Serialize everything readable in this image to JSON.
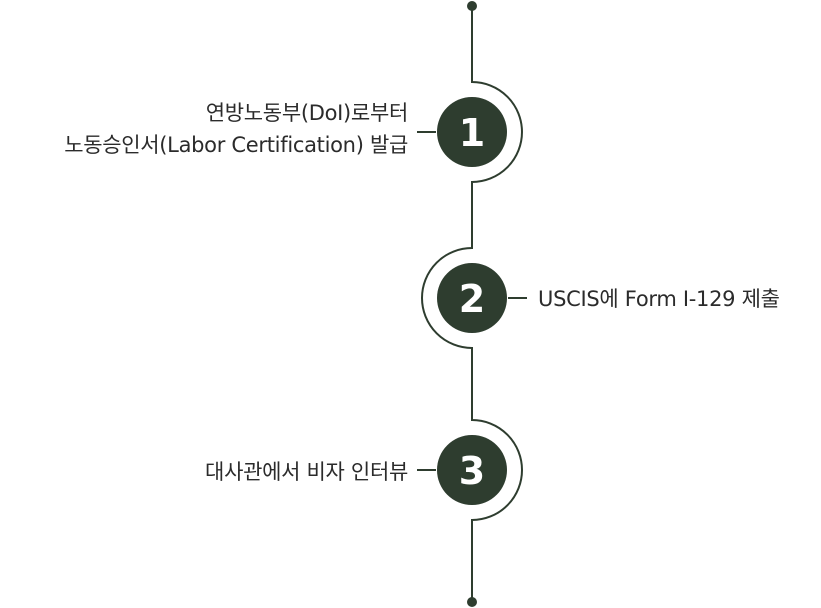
{
  "colors": {
    "accent": "#2e3d2f",
    "line": "#2e3d2f",
    "text": "#2b2b2b"
  },
  "steps": [
    {
      "number": "1",
      "side": "left",
      "label_lines": [
        "연방노동부(DoI)로부터",
        "노동승인서(Labor Certification) 발급"
      ]
    },
    {
      "number": "2",
      "side": "right",
      "label_lines": [
        "USCIS에 Form I-129 제출"
      ]
    },
    {
      "number": "3",
      "side": "left",
      "label_lines": [
        "대사관에서 비자 인터뷰"
      ]
    }
  ]
}
